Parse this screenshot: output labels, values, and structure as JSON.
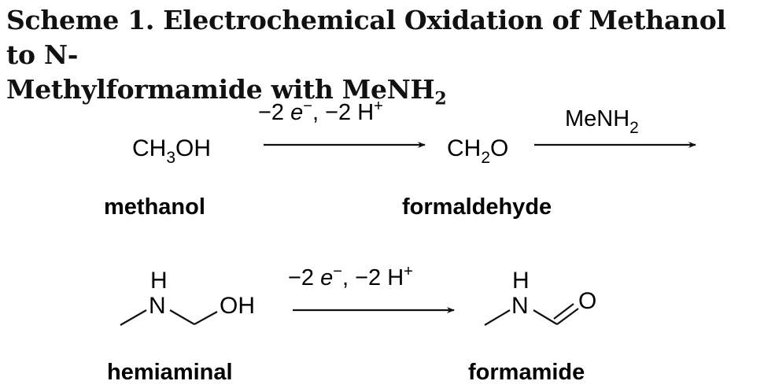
{
  "caption": {
    "line1": "Scheme 1. Electrochemical Oxidation of Methanol to N-",
    "line2_prefix": "Methylformamide with MeNH",
    "line2_sub": "2"
  },
  "reaction1": {
    "reactant": {
      "pre": "CH",
      "sub": "3",
      "post": "OH",
      "label": "methanol"
    },
    "conditions": {
      "part1": "−2 ",
      "e": "e",
      "e_sup": "−",
      "part2": ", −2 H",
      "h_sup": "+"
    },
    "intermediate": {
      "pre": "CH",
      "sub": "2",
      "post": "O",
      "label": "formaldehyde"
    },
    "reagent": {
      "pre": "MeNH",
      "sub": "2"
    }
  },
  "reaction2": {
    "reactant": {
      "h": "H",
      "n": "N",
      "oh": "OH",
      "label": "hemiaminal"
    },
    "conditions": {
      "part1": "−2 ",
      "e": "e",
      "e_sup": "−",
      "part2": ", −2 H",
      "h_sup": "+"
    },
    "product": {
      "h": "H",
      "n": "N",
      "o": "O",
      "label": "formamide"
    }
  },
  "colors": {
    "ink": "#111111",
    "background": "#ffffff"
  }
}
